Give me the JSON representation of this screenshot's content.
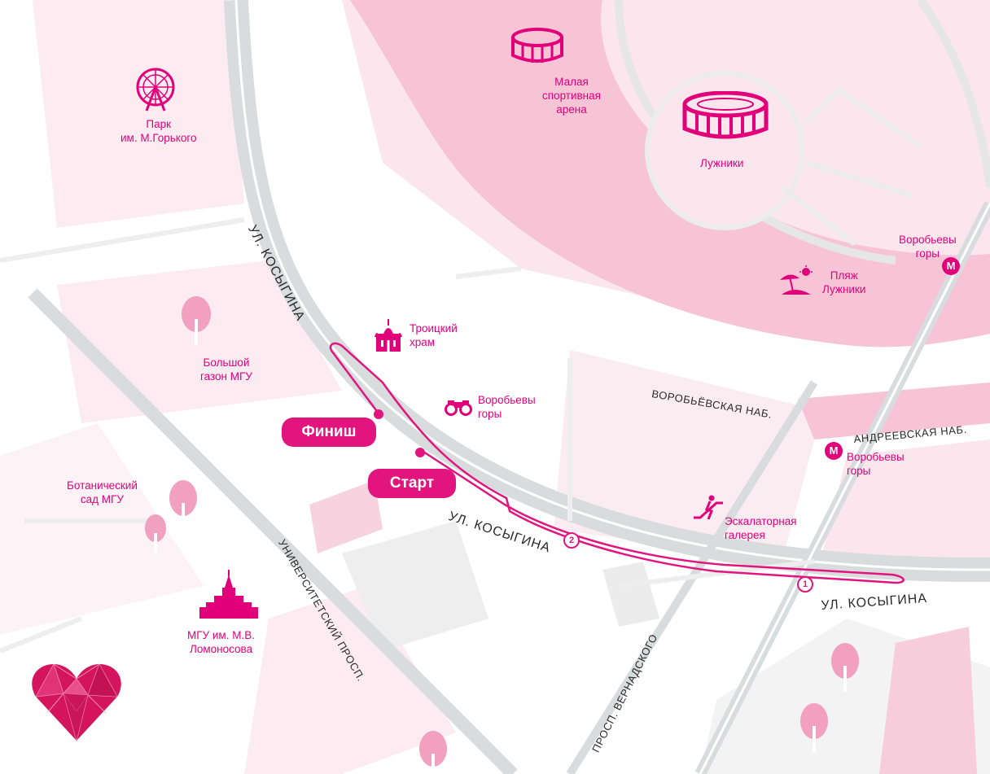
{
  "colors": {
    "accent": "#e2007a",
    "route": "#e2157f",
    "water": "#f6c8d8",
    "park": "#fbe4ec",
    "road": "#d9dcdc"
  },
  "poi": {
    "park_gorky": "Парк\nим. М.Горького",
    "small_arena": "Малая\nспортивная\nарена",
    "luzhniki": "Лужники",
    "vorobyovy_metro_top": "Воробьевы\nгоры",
    "beach": "Пляж\nЛужники",
    "troitsky": "Троицкий\nхрам",
    "lawn": "Большой\nгазон МГУ",
    "viewpoint": "Воробьевы\nгоры",
    "botanic": "Ботанический\nсад МГУ",
    "msu": "МГУ им. М.В.\nЛомоносова",
    "vorobyovy_metro_mid": "Воробьевы\nгоры",
    "escalator": "Эскалаторная\nгалерея"
  },
  "roads": {
    "kosygina_1": "УЛ. КОСЫГИНА",
    "kosygina_2": "УЛ. КОСЫГИНА",
    "kosygina_3": "УЛ. КОСЫГИНА",
    "vorobyovskaya": "ВОРОБЬЁВСКАЯ НАБ.",
    "andreevskaya": "АНДРЕЕВСКАЯ НАБ.",
    "universitetsky": "УНИВЕРСИТЕТСКИЙ ПРОСП.",
    "vernadskogo": "ПРОСП. ВЕРНАДСКОГО"
  },
  "route": {
    "finish": "Финиш",
    "start": "Старт",
    "cp1": "1",
    "cp2": "2"
  },
  "metro_symbol": "М",
  "icons": [
    "ferris-wheel-icon",
    "arena-icon",
    "stadium-icon",
    "beach-icon",
    "church-icon",
    "binoculars-icon",
    "escalator-icon",
    "university-icon",
    "tree-icon",
    "heart-logo"
  ]
}
